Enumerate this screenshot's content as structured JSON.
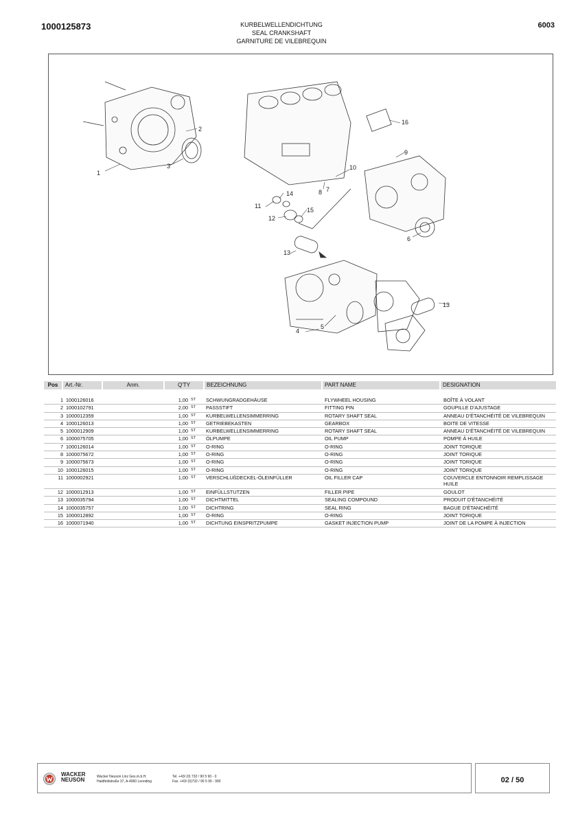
{
  "header": {
    "doc_number": "1000125873",
    "title_de": "KURBELWELLENDICHTUNG",
    "title_en": "SEAL CRANKSHAFT",
    "title_fr": "GARNITURE DE VILEBREQUIN",
    "page_code": "6003"
  },
  "drawing": {
    "callouts": [
      "1",
      "2",
      "3",
      "4",
      "5",
      "6",
      "7",
      "8",
      "9",
      "10",
      "11",
      "12",
      "13",
      "14",
      "15",
      "16"
    ]
  },
  "table": {
    "headers": {
      "pos": "Pos",
      "art": "Art.-Nr.",
      "anm": "Anm.",
      "qty": "Q'TY",
      "bez": "BEZEICHNUNG",
      "part": "PART NAME",
      "des": "DESIGNATION"
    },
    "rows": [
      {
        "pos": "1",
        "art": "1000126016",
        "qty": "1,00",
        "unit": "ST",
        "bez": "SCHWUNGRADGEHÄUSE",
        "part": "FLYWHEEL HOUSING",
        "des": "BOÎTE À VOLANT"
      },
      {
        "pos": "2",
        "art": "1000102791",
        "qty": "2,00",
        "unit": "ST",
        "bez": "PASSSTIFT",
        "part": "FITTING PIN",
        "des": "GOUPILLE D'AJUSTAGE"
      },
      {
        "pos": "3",
        "art": "1000012359",
        "qty": "1,00",
        "unit": "ST",
        "bez": "KURBELWELLENSIMMERRING",
        "part": "ROTARY SHAFT SEAL",
        "des": "ANNEAU D'ÉTANCHÉITÉ DE VILEBREQUIN"
      },
      {
        "pos": "4",
        "art": "1000126013",
        "qty": "1,00",
        "unit": "ST",
        "bez": "GETRIEBEKASTEN",
        "part": "GEARBOX",
        "des": "BOITE DE VITESSE"
      },
      {
        "pos": "5",
        "art": "1000012909",
        "qty": "1,00",
        "unit": "ST",
        "bez": "KURBELWELLENSIMMERRING",
        "part": "ROTARY SHAFT SEAL",
        "des": "ANNEAU D'ÉTANCHÉITÉ DE VILEBREQUIN"
      },
      {
        "pos": "6",
        "art": "1000075705",
        "qty": "1,00",
        "unit": "ST",
        "bez": "ÖLPUMPE",
        "part": "OIL PUMP",
        "des": "POMPE À HUILE"
      },
      {
        "pos": "7",
        "art": "1000126014",
        "qty": "1,00",
        "unit": "ST",
        "bez": "O-RING",
        "part": "O-RING",
        "des": "JOINT TORIQUE"
      },
      {
        "pos": "8",
        "art": "1000075672",
        "qty": "1,00",
        "unit": "ST",
        "bez": "O-RING",
        "part": "O-RING",
        "des": "JOINT TORIQUE"
      },
      {
        "pos": "9",
        "art": "1000075673",
        "qty": "1,00",
        "unit": "ST",
        "bez": "O-RING",
        "part": "O-RING",
        "des": "JOINT TORIQUE"
      },
      {
        "pos": "10",
        "art": "1000126015",
        "qty": "1,00",
        "unit": "ST",
        "bez": "O-RING",
        "part": "O-RING",
        "des": "JOINT TORIQUE"
      },
      {
        "pos": "11",
        "art": "1000002921",
        "qty": "1,00",
        "unit": "ST",
        "bez": "VERSCHLUßDECKEL-ÖLEINFÜLLER",
        "part": "OIL FILLER CAP",
        "des": "COUVERCLE ENTONNOIR REMPLISSAGE HUILE"
      },
      {
        "pos": "12",
        "art": "1000012913",
        "qty": "1,00",
        "unit": "ST",
        "bez": "EINFÜLLSTUTZEN",
        "part": "FILLER PIPE",
        "des": "GOULOT"
      },
      {
        "pos": "13",
        "art": "1000035794",
        "qty": "1,00",
        "unit": "ST",
        "bez": "DICHTMITTEL",
        "part": "SEALING COMPOUND",
        "des": "PRODUIT D'ÉTANCHÉITÉ"
      },
      {
        "pos": "14",
        "art": "1000035757",
        "qty": "1,00",
        "unit": "ST",
        "bez": "DICHTRING",
        "part": "SEAL RING",
        "des": "BAGUE D'ÉTANCHÉITÉ"
      },
      {
        "pos": "15",
        "art": "1000012892",
        "qty": "1,00",
        "unit": "ST",
        "bez": "O-RING",
        "part": "O-RING",
        "des": "JOINT TORIQUE"
      },
      {
        "pos": "16",
        "art": "1000071940",
        "qty": "1,00",
        "unit": "ST",
        "bez": "DICHTUNG EINSPRITZPUMPE",
        "part": "GASKET INJECTION PUMP",
        "des": "JOINT DE LA POMPE À INJECTION"
      }
    ]
  },
  "footer": {
    "logo_line1": "WACKER",
    "logo_line2": "NEUSON",
    "company_line1": "Wacker Neuson Linz  Ges.m.b.H.",
    "company_line2": "Haidfeldstraße 37, A-4060 Leonding",
    "tel": "Tel. +43/ (0) 732 / 90 5 90 - 0",
    "fax": "Fax. +43/ (0)732 / 90 5 90 - 900",
    "page": "02 / 50"
  }
}
